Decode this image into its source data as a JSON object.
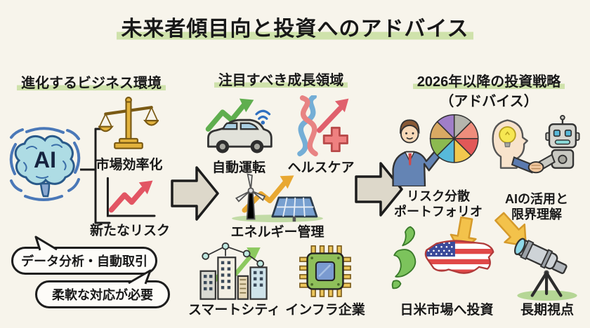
{
  "title": "未来者傾目向と投資へのアドバイス",
  "colors": {
    "background": "#f7f4eb",
    "highlight_green": "#cfe2ab",
    "text": "#181818",
    "flow_arrow_gray": "#ddd8ca",
    "flow_arrow_yellow": "#f3c24b",
    "risk_arrow_red": "#e25563",
    "growth_arrow_green": "#5fae4e",
    "energy_arrow_orange": "#e8a832"
  },
  "sections": {
    "left": {
      "header": "進化するビジネス環境",
      "ai_label": "AI",
      "items": [
        {
          "icon": "balance-scale-icon",
          "label": "市場効率化"
        },
        {
          "icon": "rising-risk-chart-icon",
          "label": "新たなリスク"
        }
      ],
      "bubbles": [
        {
          "label": "データ分析・自動取引"
        },
        {
          "label": "柔軟な対応が必要"
        }
      ]
    },
    "middle": {
      "header": "注目すべき成長領域",
      "items": [
        {
          "icon": "autonomous-car-icon",
          "label": "自動運転"
        },
        {
          "icon": "healthcare-dna-icon",
          "label": "ヘルスケア"
        },
        {
          "icon": "energy-management-icon",
          "label": "エネルギー管理"
        },
        {
          "icon": "smart-city-icon",
          "label": "スマートシティ"
        },
        {
          "icon": "infrastructure-chip-icon",
          "label": "インフラ企業"
        }
      ]
    },
    "right": {
      "header": "2026年以降の投資戦略",
      "subheader": "（アドバイス）",
      "items": [
        {
          "icon": "portfolio-pie-man-icon",
          "label_line1": "リスク分散",
          "label_line2": "ポートフォリオ"
        },
        {
          "icon": "human-robot-handshake-icon",
          "label_line1": "AIの活用と",
          "label_line2": "限界理解"
        },
        {
          "icon": "japan-us-map-icon",
          "label": "日米市場へ投資"
        },
        {
          "icon": "telescope-icon",
          "label": "長期視点"
        }
      ],
      "pie_slice_colors": [
        "#b5b5ad",
        "#ef8d7c",
        "#e25858",
        "#f2c84e",
        "#57b9da",
        "#8cba50",
        "#d9a963",
        "#a07ec8"
      ]
    }
  }
}
